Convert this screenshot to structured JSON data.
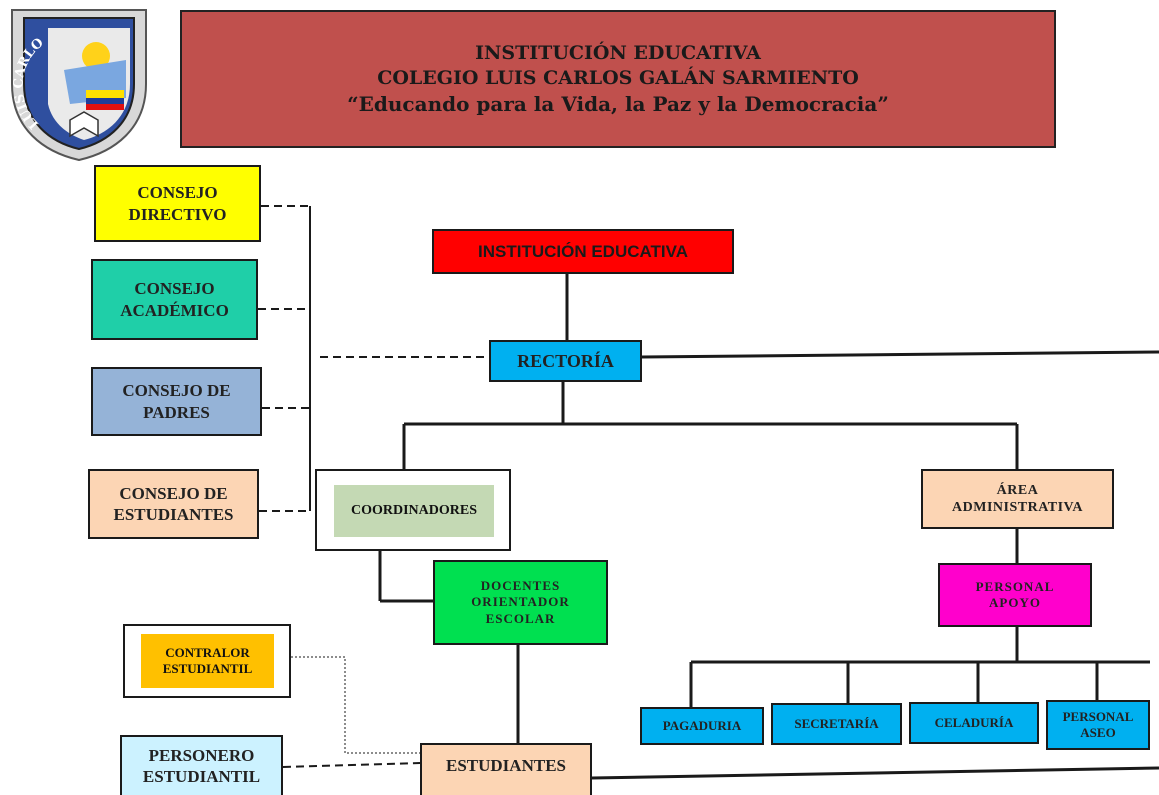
{
  "header": {
    "line1": "INSTITUCIÓN EDUCATIVA",
    "line2": "COLEGIO LUIS CARLOS GALÁN SARMIENTO",
    "line3": "“Educando para la Vida, la Paz y la Democracia”"
  },
  "logo": {
    "text": "LUIS CARLOS GALAN S."
  },
  "left_boxes": {
    "consejo_directivo": {
      "line1": "CONSEJO",
      "line2": "DIRECTIVO",
      "color": "#ffff00"
    },
    "consejo_academico": {
      "line1": "CONSEJO",
      "line2": "ACADÉMICO",
      "color": "#1fcfa8"
    },
    "consejo_padres": {
      "line1": "CONSEJO DE",
      "line2": "PADRES",
      "color": "#95b3d7"
    },
    "consejo_estudiantes": {
      "line1": "CONSEJO DE",
      "line2": "ESTUDIANTES",
      "color": "#fcd5b4"
    }
  },
  "main": {
    "institucion": {
      "label": "INSTITUCIÓN EDUCATIVA",
      "color": "#ff0000"
    },
    "rectoria": {
      "label": "RECTORÍA",
      "color": "#00b0f0"
    },
    "coordinadores": {
      "label": "COORDINADORES",
      "color": "#c4d9b4"
    },
    "docentes": {
      "line1": "DOCENTES",
      "line2": "ORIENTADOR",
      "line3": "ESCOLAR",
      "color": "#00e050"
    },
    "area_admin": {
      "line1": "ÁREA",
      "line2": "ADMINISTRATIVA",
      "color": "#fcd5b4"
    },
    "personal_apoyo": {
      "line1": "PERSONAL",
      "line2": "APOYO",
      "color": "#ff00cc"
    },
    "contralor": {
      "line1": "CONTRALOR",
      "line2": "ESTUDIANTIL",
      "color": "#ffc000"
    },
    "personero": {
      "line1": "PERSONERO",
      "line2": "ESTUDIANTIL",
      "color": "#ccf2ff"
    },
    "estudiantes": {
      "label": "ESTUDIANTES",
      "color": "#fcd5b4"
    }
  },
  "admin_units": [
    {
      "label": "PAGADURIA"
    },
    {
      "label": "SECRETARÍA"
    },
    {
      "label": "CELADURÍA"
    },
    {
      "line1": "PERSONAL",
      "line2": "ASEO"
    }
  ],
  "colors": {
    "admin_unit": "#00b0f0",
    "line": "#1a1a1a"
  }
}
